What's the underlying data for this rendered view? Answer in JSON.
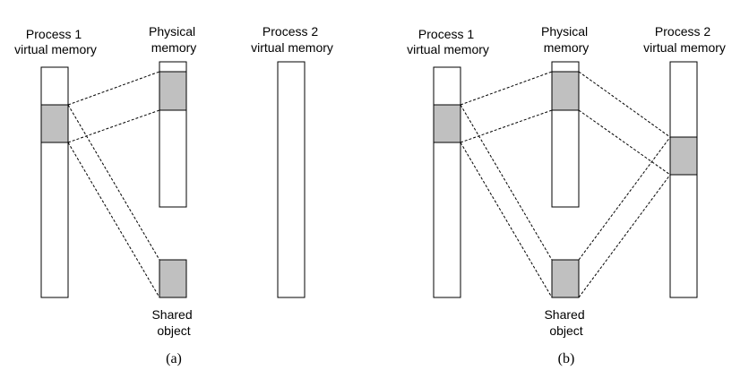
{
  "colors": {
    "shaded_region": "#c0c0c0",
    "line": "#000000",
    "background": "#ffffff"
  },
  "panel_a": {
    "process1_label": [
      "Process 1",
      "virtual memory"
    ],
    "physical_label": [
      "Physical",
      "memory"
    ],
    "process2_label": [
      "Process 2",
      "virtual memory"
    ],
    "shared_label": [
      "Shared",
      "object"
    ],
    "caption": "(a)"
  },
  "panel_b": {
    "process1_label": [
      "Process 1",
      "virtual memory"
    ],
    "physical_label": [
      "Physical",
      "memory"
    ],
    "process2_label": [
      "Process 2",
      "virtual memory"
    ],
    "shared_label": [
      "Shared",
      "object"
    ],
    "caption": "(b)"
  }
}
